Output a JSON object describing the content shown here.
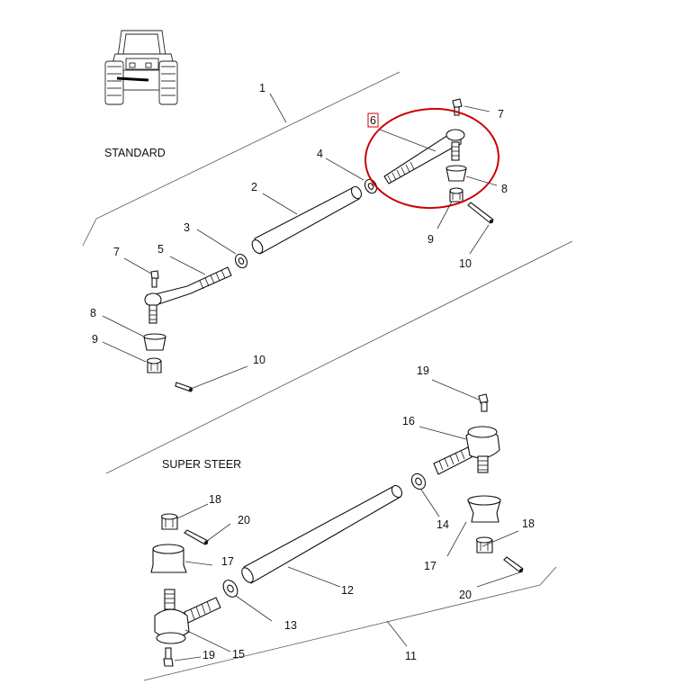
{
  "sections": {
    "standard": {
      "title": "STANDARD"
    },
    "super_steer": {
      "title": "SUPER STEER"
    }
  },
  "callouts": {
    "c1": "1",
    "c2": "2",
    "c3": "3",
    "c4": "4",
    "c5": "5",
    "c6": "6",
    "c7a": "7",
    "c7b": "7",
    "c8a": "8",
    "c8b": "8",
    "c9a": "9",
    "c9b": "9",
    "c10a": "10",
    "c10b": "10",
    "c11": "11",
    "c12": "12",
    "c13": "13",
    "c14": "14",
    "c15": "15",
    "c16": "16",
    "c17a": "17",
    "c17b": "17",
    "c18a": "18",
    "c18b": "18",
    "c19a": "19",
    "c19b": "19",
    "c20a": "20",
    "c20b": "20"
  },
  "highlight": {
    "part": "6",
    "color": "#cc0000"
  },
  "colors": {
    "line": "#111111",
    "highlight": "#cc0000",
    "background": "#ffffff"
  },
  "icons": {
    "tractor": "tractor-icon"
  }
}
